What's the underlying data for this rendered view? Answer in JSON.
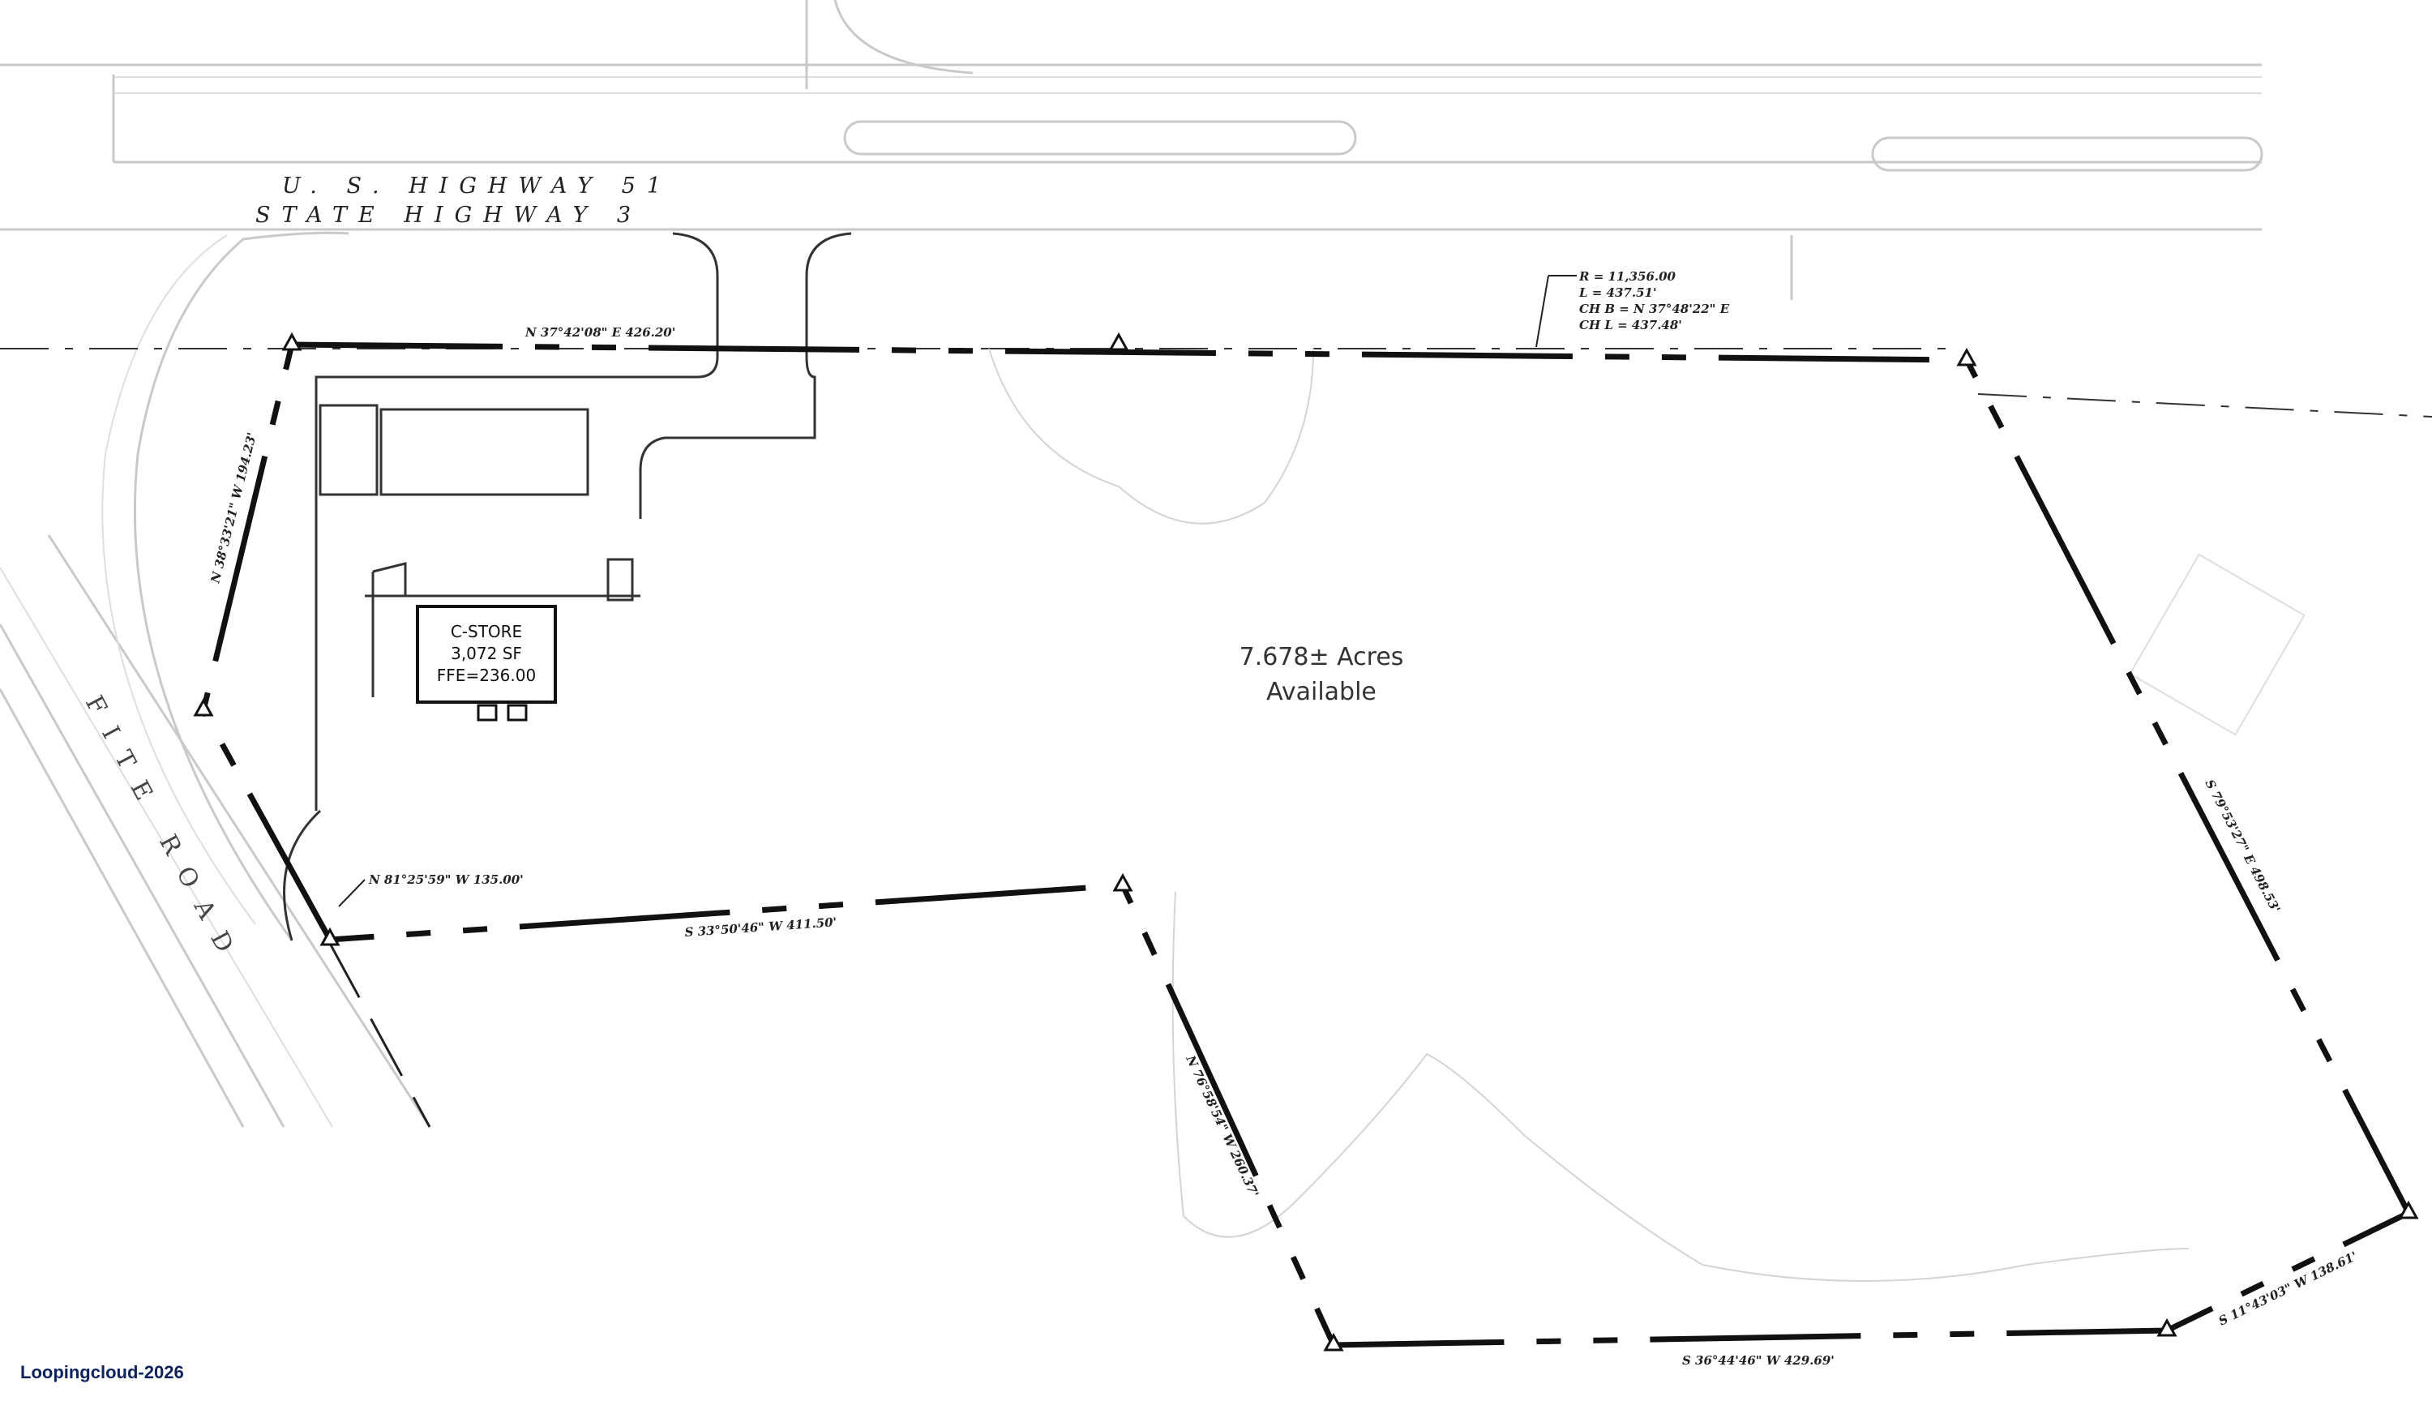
{
  "roads": {
    "highway_line1": "U. S. HIGHWAY 51",
    "highway_line2": "STATE HIGHWAY 3",
    "side_road": "FITE ROAD"
  },
  "parcel": {
    "area_line1": "7.678± Acres",
    "area_line2": "Available"
  },
  "building": {
    "name": "C-STORE",
    "size": "3,072 SF",
    "ffe": "FFE=236.00"
  },
  "curve": {
    "radius": "R = 11,356.00",
    "length": "L = 437.51'",
    "chord_bearing": "CH B = N 37°48'22\" E",
    "chord_length": "CH L = 437.48'"
  },
  "bearings": {
    "north": "N 37°42'08\"  E   426.20'",
    "west": "N 38°33'21\"  W    194.23'",
    "east": "S 79°53'27\"  E     498.53'",
    "southeast": "S 11°43'03\"  W   138.61'",
    "south": "S 36°44'46\"  W   429.69'",
    "inner_east": "N 76°58'54\"  W    260.37'",
    "inner_south": "S 33°50'46\"  W   411.50'",
    "corner": "N 81°25'59\"  W   135.00'"
  },
  "watermark": "Loopingcloud-2026"
}
